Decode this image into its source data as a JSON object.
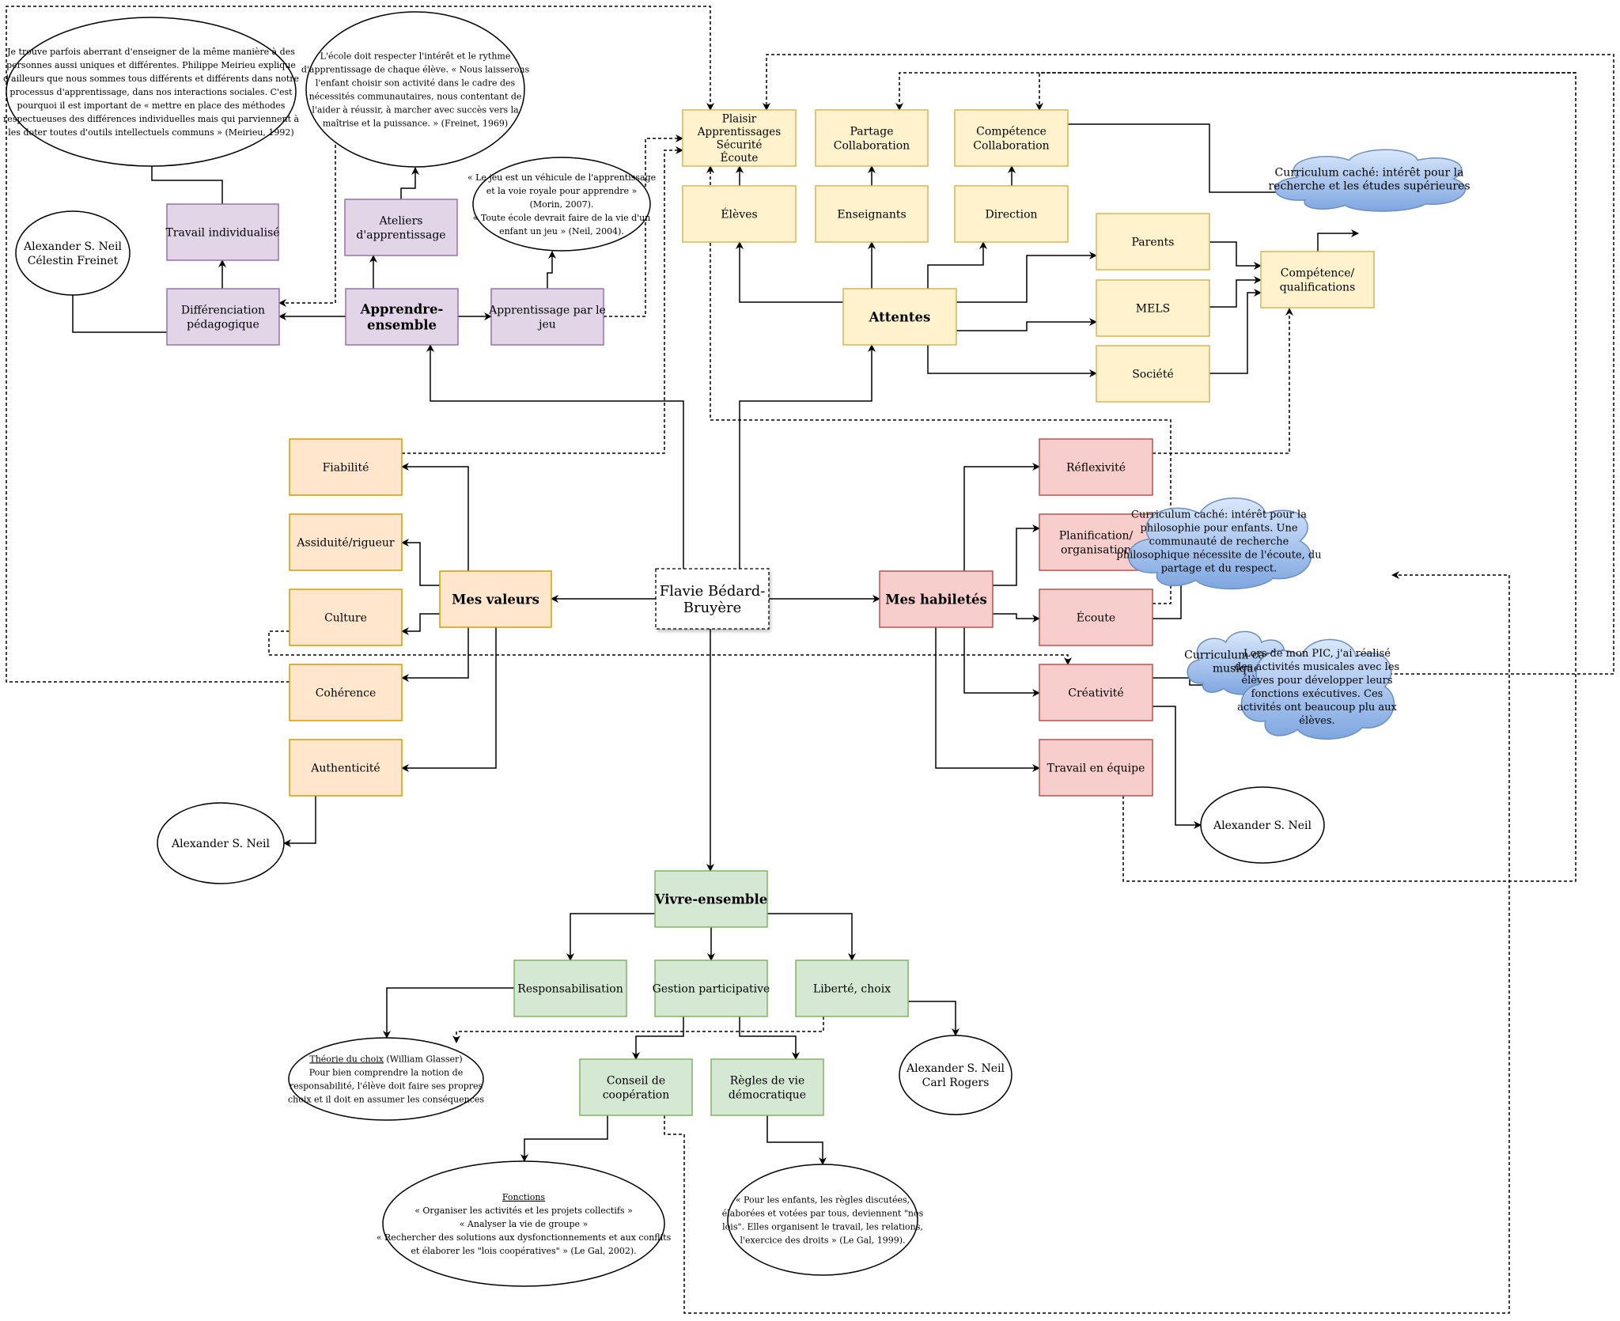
{
  "center": {
    "lines": [
      "Flavie Bédard-",
      "Bruyère"
    ],
    "style": "center"
  },
  "palette": {
    "yellow": {
      "fill": "#fff2cc",
      "stroke": "#d6b656"
    },
    "orange": {
      "fill": "#ffe6cc",
      "stroke": "#d79b00"
    },
    "purple": {
      "fill": "#e1d5e7",
      "stroke": "#9673a6"
    },
    "red": {
      "fill": "#f8cecc",
      "stroke": "#b85450"
    },
    "green": {
      "fill": "#d5e8d4",
      "stroke": "#82b366"
    },
    "cloud": {
      "fill": "#7ea6e0",
      "stroke": "#6c8ebf"
    },
    "line": "#000000"
  },
  "boxes": [
    {
      "id": "plaisir",
      "color": "yellow",
      "lines": [
        "Plaisir",
        "Apprentissages",
        "Sécurité",
        "Écoute"
      ]
    },
    {
      "id": "partage",
      "color": "yellow",
      "lines": [
        "Partage",
        "Collaboration"
      ]
    },
    {
      "id": "competence_collab",
      "color": "yellow",
      "lines": [
        "Compétence",
        "Collaboration"
      ]
    },
    {
      "id": "eleves",
      "color": "yellow",
      "lines": [
        "Élèves"
      ]
    },
    {
      "id": "enseignants",
      "color": "yellow",
      "lines": [
        "Enseignants"
      ]
    },
    {
      "id": "direction",
      "color": "yellow",
      "lines": [
        "Direction"
      ]
    },
    {
      "id": "parents",
      "color": "yellow",
      "lines": [
        "Parents"
      ]
    },
    {
      "id": "mels",
      "color": "yellow",
      "lines": [
        "MELS"
      ]
    },
    {
      "id": "societe",
      "color": "yellow",
      "lines": [
        "Société"
      ]
    },
    {
      "id": "competence_qualif",
      "color": "yellow",
      "lines": [
        "Compétence/",
        "qualifications"
      ]
    },
    {
      "id": "attentes",
      "color": "yellow",
      "lines": [
        "Attentes"
      ],
      "bold": true
    },
    {
      "id": "travail_indiv",
      "color": "purple",
      "lines": [
        "Travail individualisé"
      ]
    },
    {
      "id": "ateliers",
      "color": "purple",
      "lines": [
        "Ateliers",
        "d'apprentissage"
      ]
    },
    {
      "id": "differenciation",
      "color": "purple",
      "lines": [
        "Différenciation",
        "pédagogique"
      ]
    },
    {
      "id": "apprendre",
      "color": "purple",
      "lines": [
        "Apprendre-",
        "ensemble"
      ],
      "bold": true
    },
    {
      "id": "apprentissage_jeu",
      "color": "purple",
      "lines": [
        "Apprentissage par le",
        "jeu"
      ]
    },
    {
      "id": "fiabilite",
      "color": "orange",
      "lines": [
        "Fiabilité"
      ]
    },
    {
      "id": "assiduite",
      "color": "orange",
      "lines": [
        "Assiduité/rigueur"
      ]
    },
    {
      "id": "culture",
      "color": "orange",
      "lines": [
        "Culture"
      ]
    },
    {
      "id": "coherence",
      "color": "orange",
      "lines": [
        "Cohérence"
      ]
    },
    {
      "id": "authenticite",
      "color": "orange",
      "lines": [
        "Authenticité"
      ]
    },
    {
      "id": "mes_valeurs",
      "color": "orange",
      "lines": [
        "Mes valeurs"
      ],
      "bold": true
    },
    {
      "id": "reflexivite",
      "color": "red",
      "lines": [
        "Réflexivité"
      ]
    },
    {
      "id": "planification",
      "color": "red",
      "lines": [
        "Planification/",
        "organisation"
      ]
    },
    {
      "id": "ecoute",
      "color": "red",
      "lines": [
        "Écoute"
      ]
    },
    {
      "id": "creativite",
      "color": "red",
      "lines": [
        "Créativité"
      ]
    },
    {
      "id": "travail_equipe",
      "color": "red",
      "lines": [
        "Travail en équipe"
      ]
    },
    {
      "id": "mes_habiletes",
      "color": "red",
      "lines": [
        "Mes habiletés"
      ],
      "bold": true
    },
    {
      "id": "vivre",
      "color": "green",
      "lines": [
        "Vivre-ensemble"
      ],
      "bold": true
    },
    {
      "id": "responsabilisation",
      "color": "green",
      "lines": [
        "Responsabilisation"
      ]
    },
    {
      "id": "gestion",
      "color": "green",
      "lines": [
        "Gestion participative"
      ]
    },
    {
      "id": "liberte",
      "color": "green",
      "lines": [
        "Liberté, choix"
      ]
    },
    {
      "id": "conseil",
      "color": "green",
      "lines": [
        "Conseil de",
        "coopération"
      ]
    },
    {
      "id": "regles",
      "color": "green",
      "lines": [
        "Règles de vie",
        "démocratique"
      ]
    }
  ],
  "ellipses": [
    {
      "id": "quote_meirieu",
      "lines": [
        "Je trouve parfois aberrant d'enseigner de la même manière à des",
        "personnes aussi uniques et différentes. Philippe Meirieu explique",
        "d'ailleurs que nous sommes tous différents et différents dans notre",
        "processus d'apprentissage, dans nos interactions sociales. C'est",
        "pourquoi il est important de « mettre en place des méthodes",
        "respectueuses des différences individuelles mais qui parviennent à",
        "les doter toutes d'outils intellectuels communs » (Meirieu, 1992)"
      ]
    },
    {
      "id": "quote_freinet",
      "lines": [
        "L'école doit respecter l'intérêt et le rythme",
        "d'apprentissage de chaque élève. « Nous laisserons",
        "l'enfant choisir son activité dans le cadre des",
        "nécessités communautaires, nous contentant de",
        "l'aider à réussir, à marcher avec succès vers la",
        "maîtrise et la puissance. » (Freinet, 1969)"
      ]
    },
    {
      "id": "quote_jeu",
      "lines": [
        "« Le jeu est un véhicule de l'apprentissage",
        "et la voie royale pour apprendre »",
        "(Morin, 2007).",
        "« Toute école devrait faire de la vie d'un",
        "enfant un jeu » (Neil, 2004)."
      ]
    },
    {
      "id": "neil_freinet",
      "lines": [
        "Alexander S. Neil",
        "Célestin Freinet"
      ]
    },
    {
      "id": "neil_valeurs",
      "lines": [
        "Alexander S. Neil"
      ]
    },
    {
      "id": "neil_habiletes",
      "lines": [
        "Alexander S. Neil"
      ]
    },
    {
      "id": "neil_rogers",
      "lines": [
        "Alexander S. Neil",
        "Carl Rogers"
      ]
    },
    {
      "id": "glasser",
      "underline_first": "Théorie du choix",
      "lines": [
        "Théorie du choix (William Glasser)",
        "Pour bien comprendre la notion de",
        "responsabilité, l'élève doit faire ses propres",
        "choix et il doit en assumer les conséquences"
      ]
    },
    {
      "id": "fonctions",
      "underline_first": "Fonctions",
      "lines": [
        "Fonctions",
        "« Organiser les activités et les projets collectifs »",
        "« Analyser la vie de groupe »",
        "« Rechercher des solutions aux dysfonctionnements et aux conflits",
        "et élaborer les \"lois coopératives\" » (Le Gal, 2002)."
      ]
    },
    {
      "id": "legal",
      "lines": [
        "« Pour les enfants, les règles discutées,",
        "élaborées et votées par tous, deviennent \"nos",
        "lois\". Elles organisent le travail, les relations,",
        "l'exercice des droits » (Le Gal, 1999)."
      ]
    }
  ],
  "clouds": [
    {
      "id": "cloud_superieures",
      "lines": [
        "Curriculum caché: intérêt pour la",
        "recherche et les études supérieures"
      ]
    },
    {
      "id": "cloud_philo",
      "lines": [
        "Curriculum caché: intérêt pour la",
        "philosophie pour enfants. Une",
        "communauté de recherche",
        "philosophique nécessite de l'écoute, du",
        "partage et du respect."
      ]
    },
    {
      "id": "cloud_musique",
      "lines": [
        "Curriculum caché:",
        "musique"
      ]
    },
    {
      "id": "cloud_pic",
      "lines": [
        "Lors de mon PIC, j'ai réalisé",
        "des activités musicales avec les",
        "élèves pour développer leurs",
        "fonctions exécutives. Ces",
        "activités ont beaucoup plu aux",
        "élèves."
      ]
    }
  ]
}
